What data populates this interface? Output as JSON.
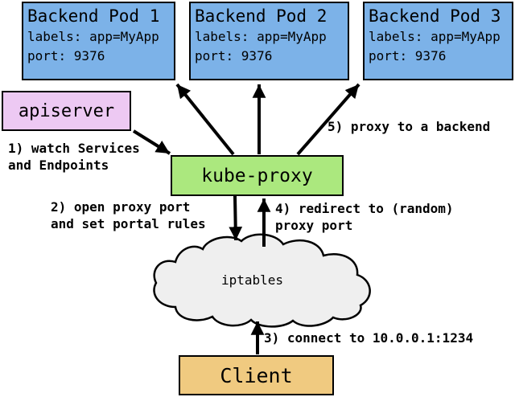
{
  "colors": {
    "pod_fill": "#7CB2E8",
    "apiserver_fill": "#EDC9F3",
    "kubeproxy_fill": "#ABE87E",
    "client_fill": "#F0CA80",
    "cloud_fill": "#EFEFEF",
    "border_color": "#000000"
  },
  "pods": [
    {
      "title": "Backend Pod 1",
      "labels": "labels: app=MyApp",
      "port": "port: 9376"
    },
    {
      "title": "Backend Pod 2",
      "labels": "labels: app=MyApp",
      "port": "port: 9376"
    },
    {
      "title": "Backend Pod 3",
      "labels": "labels: app=MyApp",
      "port": "port: 9376"
    }
  ],
  "nodes": {
    "apiserver": "apiserver",
    "kube_proxy": "kube-proxy",
    "iptables": "iptables",
    "client": "Client"
  },
  "steps": {
    "step1": "1) watch Services\nand Endpoints",
    "step2": "2) open proxy port\nand set portal rules",
    "step3": "3) connect to 10.0.0.1:1234",
    "step4": "4) redirect to (random)\nproxy port",
    "step5": "5) proxy to a backend"
  }
}
